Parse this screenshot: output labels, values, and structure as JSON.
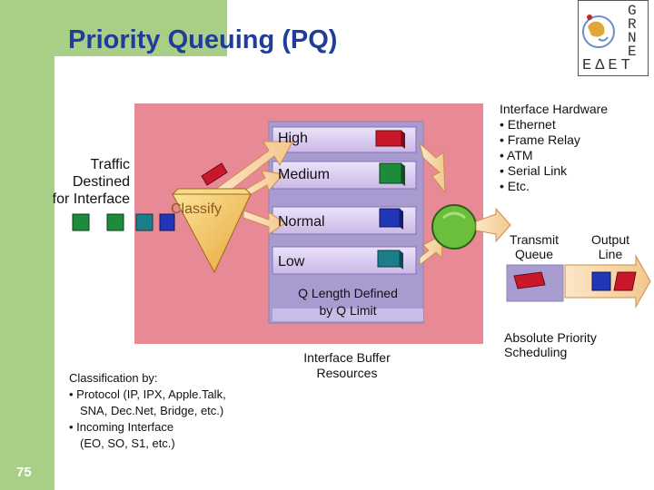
{
  "slide": {
    "title": "Priority Queuing (PQ)",
    "page_number": "75"
  },
  "logo": {
    "letters_vertical": [
      "G",
      "R",
      "N",
      "E",
      "T"
    ],
    "letters_bottom": "ΕΔΕΤ"
  },
  "traffic_label": [
    "Traffic",
    "Destined",
    "for Interface"
  ],
  "classify_label": "Classify",
  "queues": {
    "high": "High",
    "medium": "Medium",
    "normal": "Normal",
    "low": "Low"
  },
  "q_length_label": [
    "Q Length Defined",
    "by Q Limit"
  ],
  "interface_buffer_label": [
    "Interface Buffer",
    "Resources"
  ],
  "interface_hardware": {
    "heading": "Interface Hardware",
    "items": [
      "• Ethernet",
      "• Frame Relay",
      "• ATM",
      "• Serial Link",
      "• Etc."
    ]
  },
  "transmit_queue_label": [
    "Transmit",
    "Queue"
  ],
  "output_line_label": [
    "Output",
    "Line"
  ],
  "scheduling_label": [
    "Absolute Priority",
    "Scheduling"
  ],
  "classification": {
    "heading": "Classification by:",
    "items": [
      "• Protocol (IP, IPX, Apple.Talk,",
      "SNA, Dec.Net, Bridge, etc.)",
      "• Incoming  Interface",
      "(EO, SO, S1, etc.)"
    ]
  },
  "colors": {
    "title": "#1f3d99",
    "green": "#a9cf86",
    "pink": "#e88996",
    "queue_box": "#d9c8f0",
    "classify_funnel": "#f5c35a",
    "arrow": "#f8d8a8",
    "packet_red": "#c8182a",
    "packet_green": "#1e8a3c",
    "packet_blue": "#2236b8",
    "packet_teal": "#1a7f8a",
    "scheduler": "#6bbf3a"
  }
}
